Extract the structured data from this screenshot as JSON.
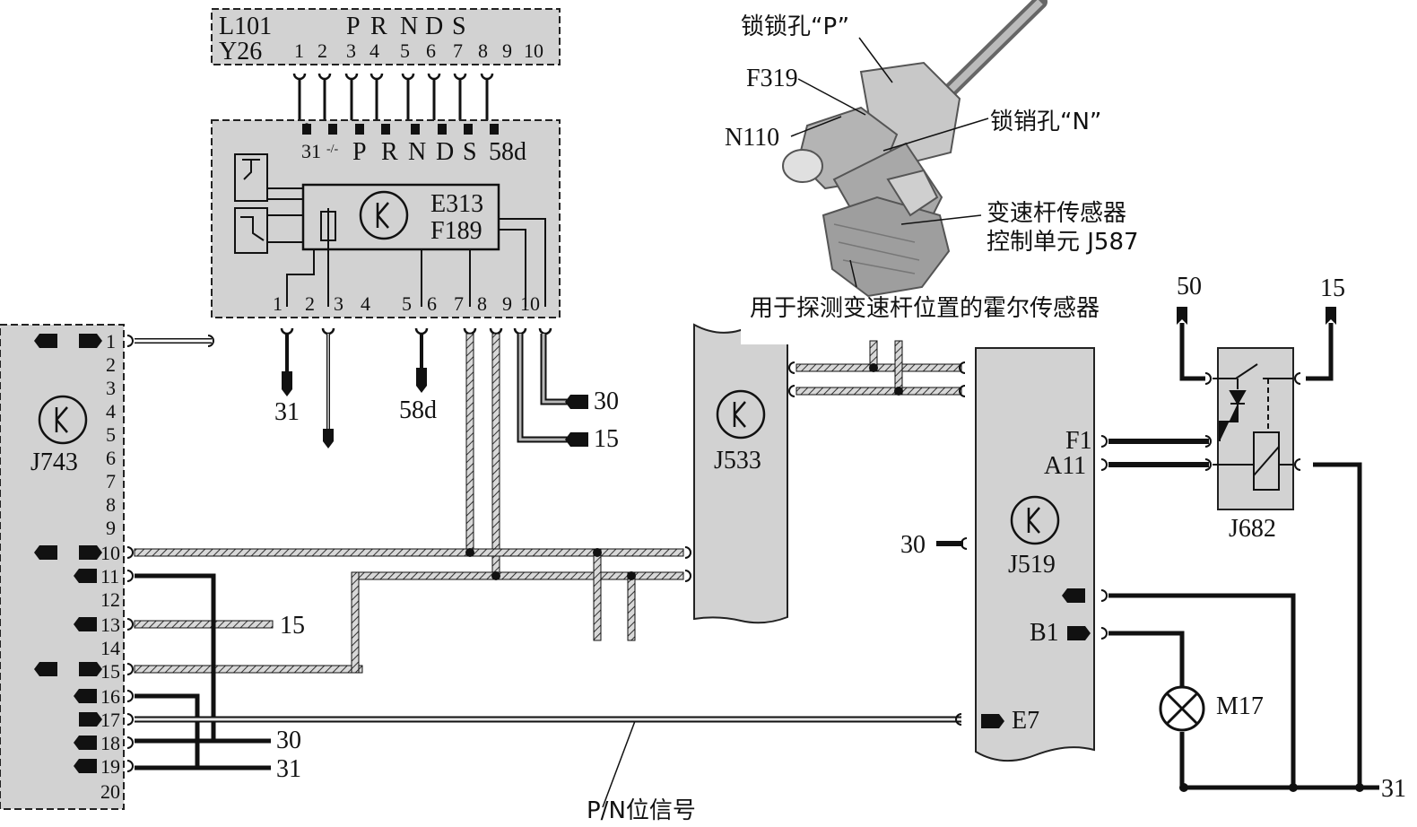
{
  "colors": {
    "module_fill": "#d2d2d2",
    "wire": "#111111",
    "hatched_wire": "#9a9a9a",
    "outline": "#222222"
  },
  "connector": {
    "code_line1": "L101",
    "code_line2": "Y26",
    "top_letters": [
      "P",
      "R",
      "N",
      "D",
      "S"
    ],
    "pins": [
      "1",
      "2",
      "3",
      "4",
      "5",
      "6",
      "7",
      "8",
      "9",
      "10"
    ]
  },
  "selector_module": {
    "name_line1": "E313",
    "name_line2": "F189",
    "led_labels": [
      "31",
      "-/-",
      "P",
      "R",
      "N",
      "D",
      "S",
      "58d"
    ],
    "bottom_pins": [
      "1",
      "2",
      "3",
      "4",
      "5",
      "6",
      "7",
      "8",
      "9",
      "10"
    ],
    "terminal_31": "31",
    "terminal_58d": "58d",
    "terminal_30": "30",
    "terminal_15": "15"
  },
  "photo_labels": {
    "lock_p": "锁锁孔“P”",
    "lock_n": "锁销孔“N”",
    "f319": "F319",
    "n110": "N110",
    "sensor_unit_line1": "变速杆传感器",
    "sensor_unit_line2": "控制单元 J587",
    "hall_sensor": "用于探测变速杆位置的霍尔传感器"
  },
  "j743": {
    "name": "J743",
    "pins": [
      "1",
      "2",
      "3",
      "4",
      "5",
      "6",
      "7",
      "8",
      "9",
      "10",
      "11",
      "12",
      "13",
      "14",
      "15",
      "16",
      "17",
      "18",
      "19",
      "20"
    ],
    "terminal_15": "15",
    "terminal_30": "30",
    "terminal_31": "31"
  },
  "j533": {
    "name": "J533"
  },
  "j519": {
    "name": "J519",
    "pin_f1": "F1",
    "pin_a11": "A11",
    "pin_b1": "B1",
    "pin_e7": "E7",
    "terminal_30": "30"
  },
  "j682": {
    "name": "J682",
    "terminal_50": "50",
    "terminal_15": "15"
  },
  "m17": {
    "name": "M17"
  },
  "ground_31": "31",
  "pn_signal": "P/N位信号"
}
